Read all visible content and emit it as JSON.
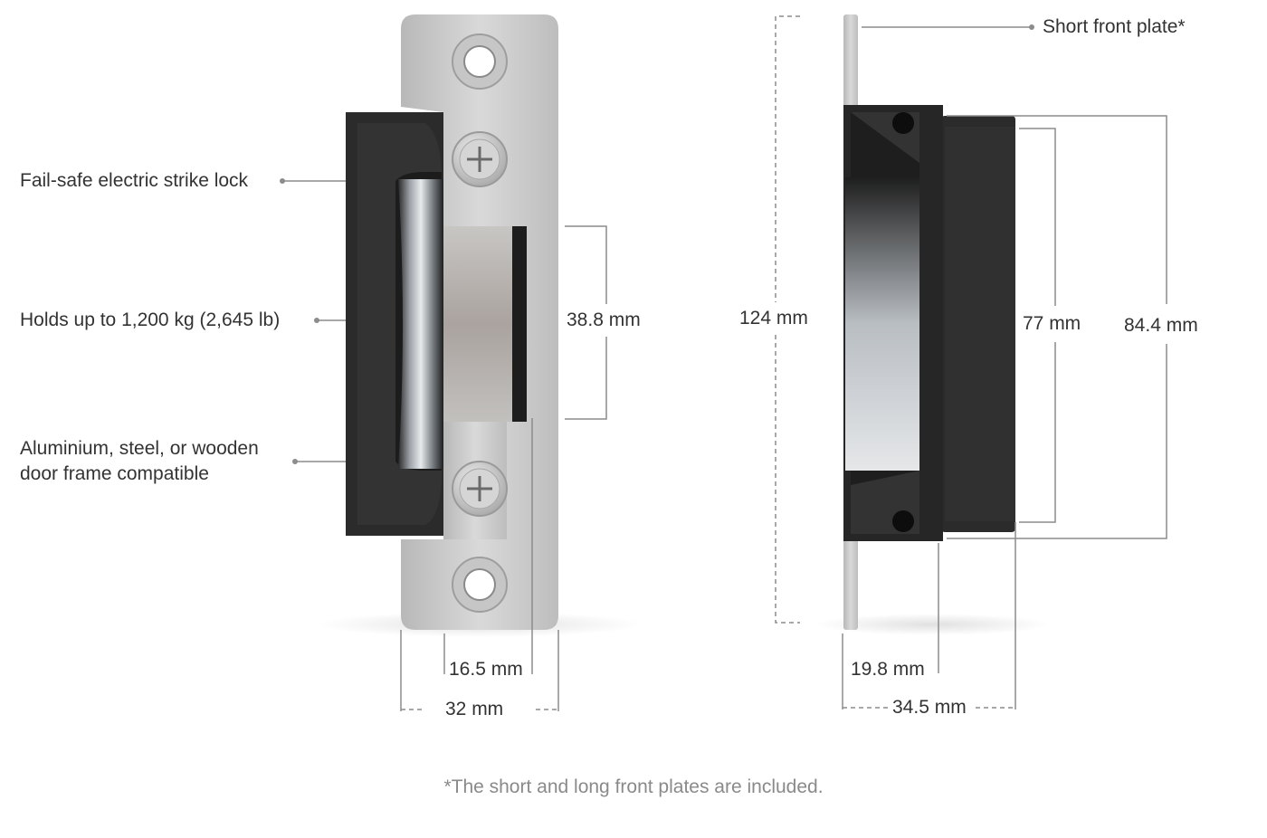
{
  "callouts": {
    "strike_lock": "Fail-safe electric strike lock",
    "holds": "Holds up to 1,200 kg (2,645 lb)",
    "frame_line1": "Aluminium, steel, or wooden",
    "frame_line2": "door frame compatible",
    "short_plate": "Short front plate*"
  },
  "dimensions": {
    "opening_height": "38.8 mm",
    "inner_width": "16.5 mm",
    "plate_width": "32 mm",
    "total_height": "124 mm",
    "body_height": "77 mm",
    "housing_height": "84.4 mm",
    "plate_depth": "19.8 mm",
    "total_depth": "34.5 mm"
  },
  "footnote": "*The short and long front plates are included.",
  "colors": {
    "plate": "#c9c9c9",
    "housing": "#2b2b2b",
    "text": "#333333",
    "note": "#8a8a8a",
    "line": "#8c8c8c"
  }
}
